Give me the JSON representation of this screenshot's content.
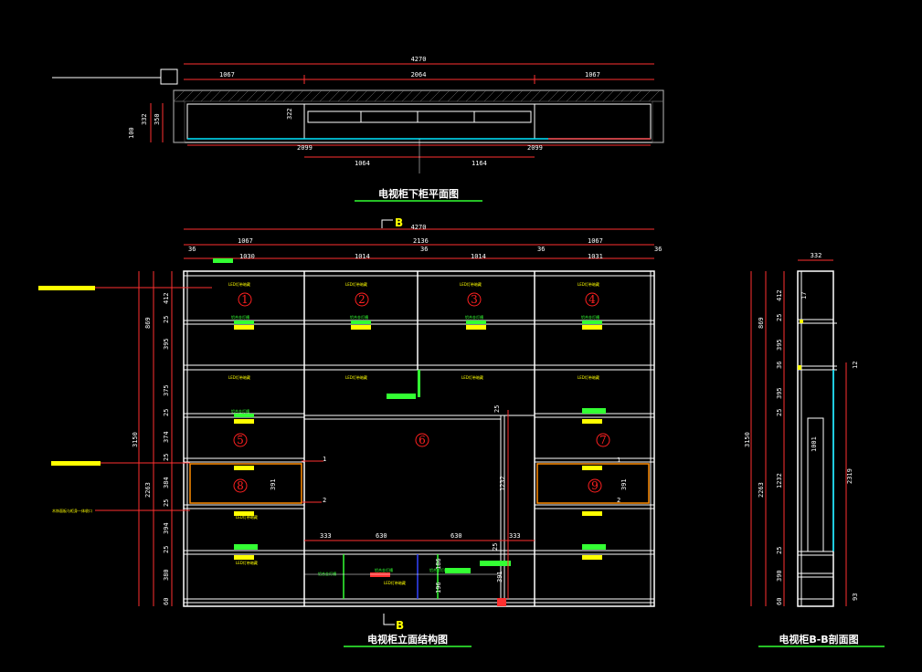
{
  "colors": {
    "background": "#000000",
    "outline": "#ffffff",
    "dimension": "#ff3030",
    "accent_yellow": "#ffff00",
    "accent_green": "#33ff33",
    "accent_cyan": "#00e5ff",
    "accent_orange": "#ff8c00",
    "accent_blue": "#3344ff"
  },
  "plan": {
    "title": "电视柜下柜平面图",
    "dims": {
      "overall": "4270",
      "left": "1067",
      "middle": "2064",
      "right": "1067",
      "l_bottom": "2099",
      "r_bottom": "2099",
      "c_left": "1064",
      "c_right": "1164",
      "depth_a": "332",
      "depth_b": "350",
      "depth_c": "100",
      "inner": "322"
    }
  },
  "elevation": {
    "title": "电视柜立面结构图",
    "section_marker_top": "B",
    "section_marker_bottom": "B",
    "top_dims": {
      "overall": "4270",
      "left": "1067",
      "mid": "2136",
      "right": "1067",
      "gap_l": "36",
      "gap_mid": "36",
      "gap_r": "36",
      "gap_r2": "36",
      "c1": "1030",
      "c2": "1014",
      "c3": "1014",
      "c4": "1031"
    },
    "left_dims": [
      "412",
      "25",
      "395",
      "375",
      "25",
      "374",
      "25",
      "384",
      "25",
      "394",
      "25",
      "380",
      "60"
    ],
    "left_totals": {
      "upper": "869",
      "overall": "3150",
      "lower": "2263"
    },
    "cell_numbers": [
      "1",
      "2",
      "3",
      "4",
      "5",
      "6",
      "7",
      "8",
      "9"
    ],
    "small_labels": {
      "led": "LED灯带暗藏",
      "strip": "铝合金灯槽",
      "door": "玻璃门",
      "note": "木饰面板与柜身一体收口"
    },
    "inner_dims": {
      "a": "391",
      "b": "391",
      "tv_h": "1232",
      "tv_gap": "25",
      "bot_left": "333",
      "bot_c1": "630",
      "bot_c2": "630",
      "bot_right": "333",
      "bot_h1": "186",
      "bot_h2": "196",
      "bot_h3": "391",
      "bot_gap": "25",
      "mark1": "1",
      "mark2": "2"
    }
  },
  "section": {
    "title": "电视柜B-B剖面图",
    "dims": {
      "width": "332",
      "d1": "412",
      "d2": "25",
      "d3": "395",
      "d4": "36",
      "d5": "395",
      "d6": "25",
      "d7": "1232",
      "d8": "25",
      "d9": "390",
      "d10": "60",
      "upper": "869",
      "overall": "3150",
      "lower": "2263",
      "inner": "17",
      "mid": "1001",
      "right_tall": "2319",
      "right_top": "12",
      "right_bot": "93"
    }
  }
}
